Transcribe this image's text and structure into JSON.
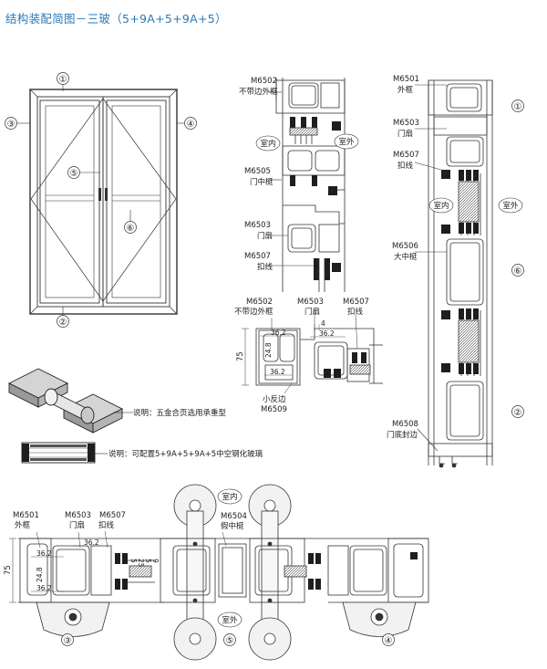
{
  "title": "结构装配简图－三玻（5+9A+5+9A+5）",
  "colors": {
    "accent": "#2a79b8",
    "line": "#333333",
    "seal": "#222222"
  },
  "elevation": {
    "callouts": [
      "①",
      "③",
      "④",
      "⑤",
      "⑥",
      "②"
    ]
  },
  "notes": {
    "hinge": "说明：五金合页选用承重型",
    "glass": "说明：可配置5+9A+5+9A+5中空钢化玻璃"
  },
  "section_top": {
    "labels": [
      {
        "code": "M6502",
        "desc": "不带边外框"
      },
      {
        "code": "M6505",
        "desc": "门中梃"
      },
      {
        "code": "M6503",
        "desc": "门扇"
      },
      {
        "code": "M6507",
        "desc": "扣线"
      }
    ],
    "indoor": "室内",
    "outdoor": "室外"
  },
  "section_detail": {
    "labels": [
      {
        "code": "M6502",
        "desc": "不带边外框"
      },
      {
        "code": "M6503",
        "desc": "门扇"
      },
      {
        "code": "M6507",
        "desc": "扣线"
      },
      {
        "code": "M6509",
        "desc": "小反边"
      }
    ],
    "dims": [
      "36.2",
      "36.2",
      "36.2",
      "24.8",
      "4",
      "75"
    ]
  },
  "section_right": {
    "labels": [
      {
        "code": "M6501",
        "desc": "外框"
      },
      {
        "code": "M6503",
        "desc": "门扇"
      },
      {
        "code": "M6507",
        "desc": "扣线"
      },
      {
        "code": "M6506",
        "desc": "大中梃"
      },
      {
        "code": "M6508",
        "desc": "门底封边"
      }
    ],
    "indoor": "室内",
    "outdoor": "室外",
    "callouts": [
      "①",
      "⑥",
      "②"
    ]
  },
  "section_bottom": {
    "labels": [
      {
        "code": "M6501",
        "desc": "外框"
      },
      {
        "code": "M6503",
        "desc": "门扇"
      },
      {
        "code": "M6507",
        "desc": "扣线"
      },
      {
        "code": "M6504",
        "desc": "假中梃"
      }
    ],
    "indoor": "室内",
    "outdoor": "室外",
    "dims": [
      "36.2",
      "36.2",
      "36.2",
      "24.8",
      "5",
      "25",
      "5",
      "9",
      "75"
    ],
    "callouts": [
      "③",
      "⑤",
      "④"
    ]
  }
}
